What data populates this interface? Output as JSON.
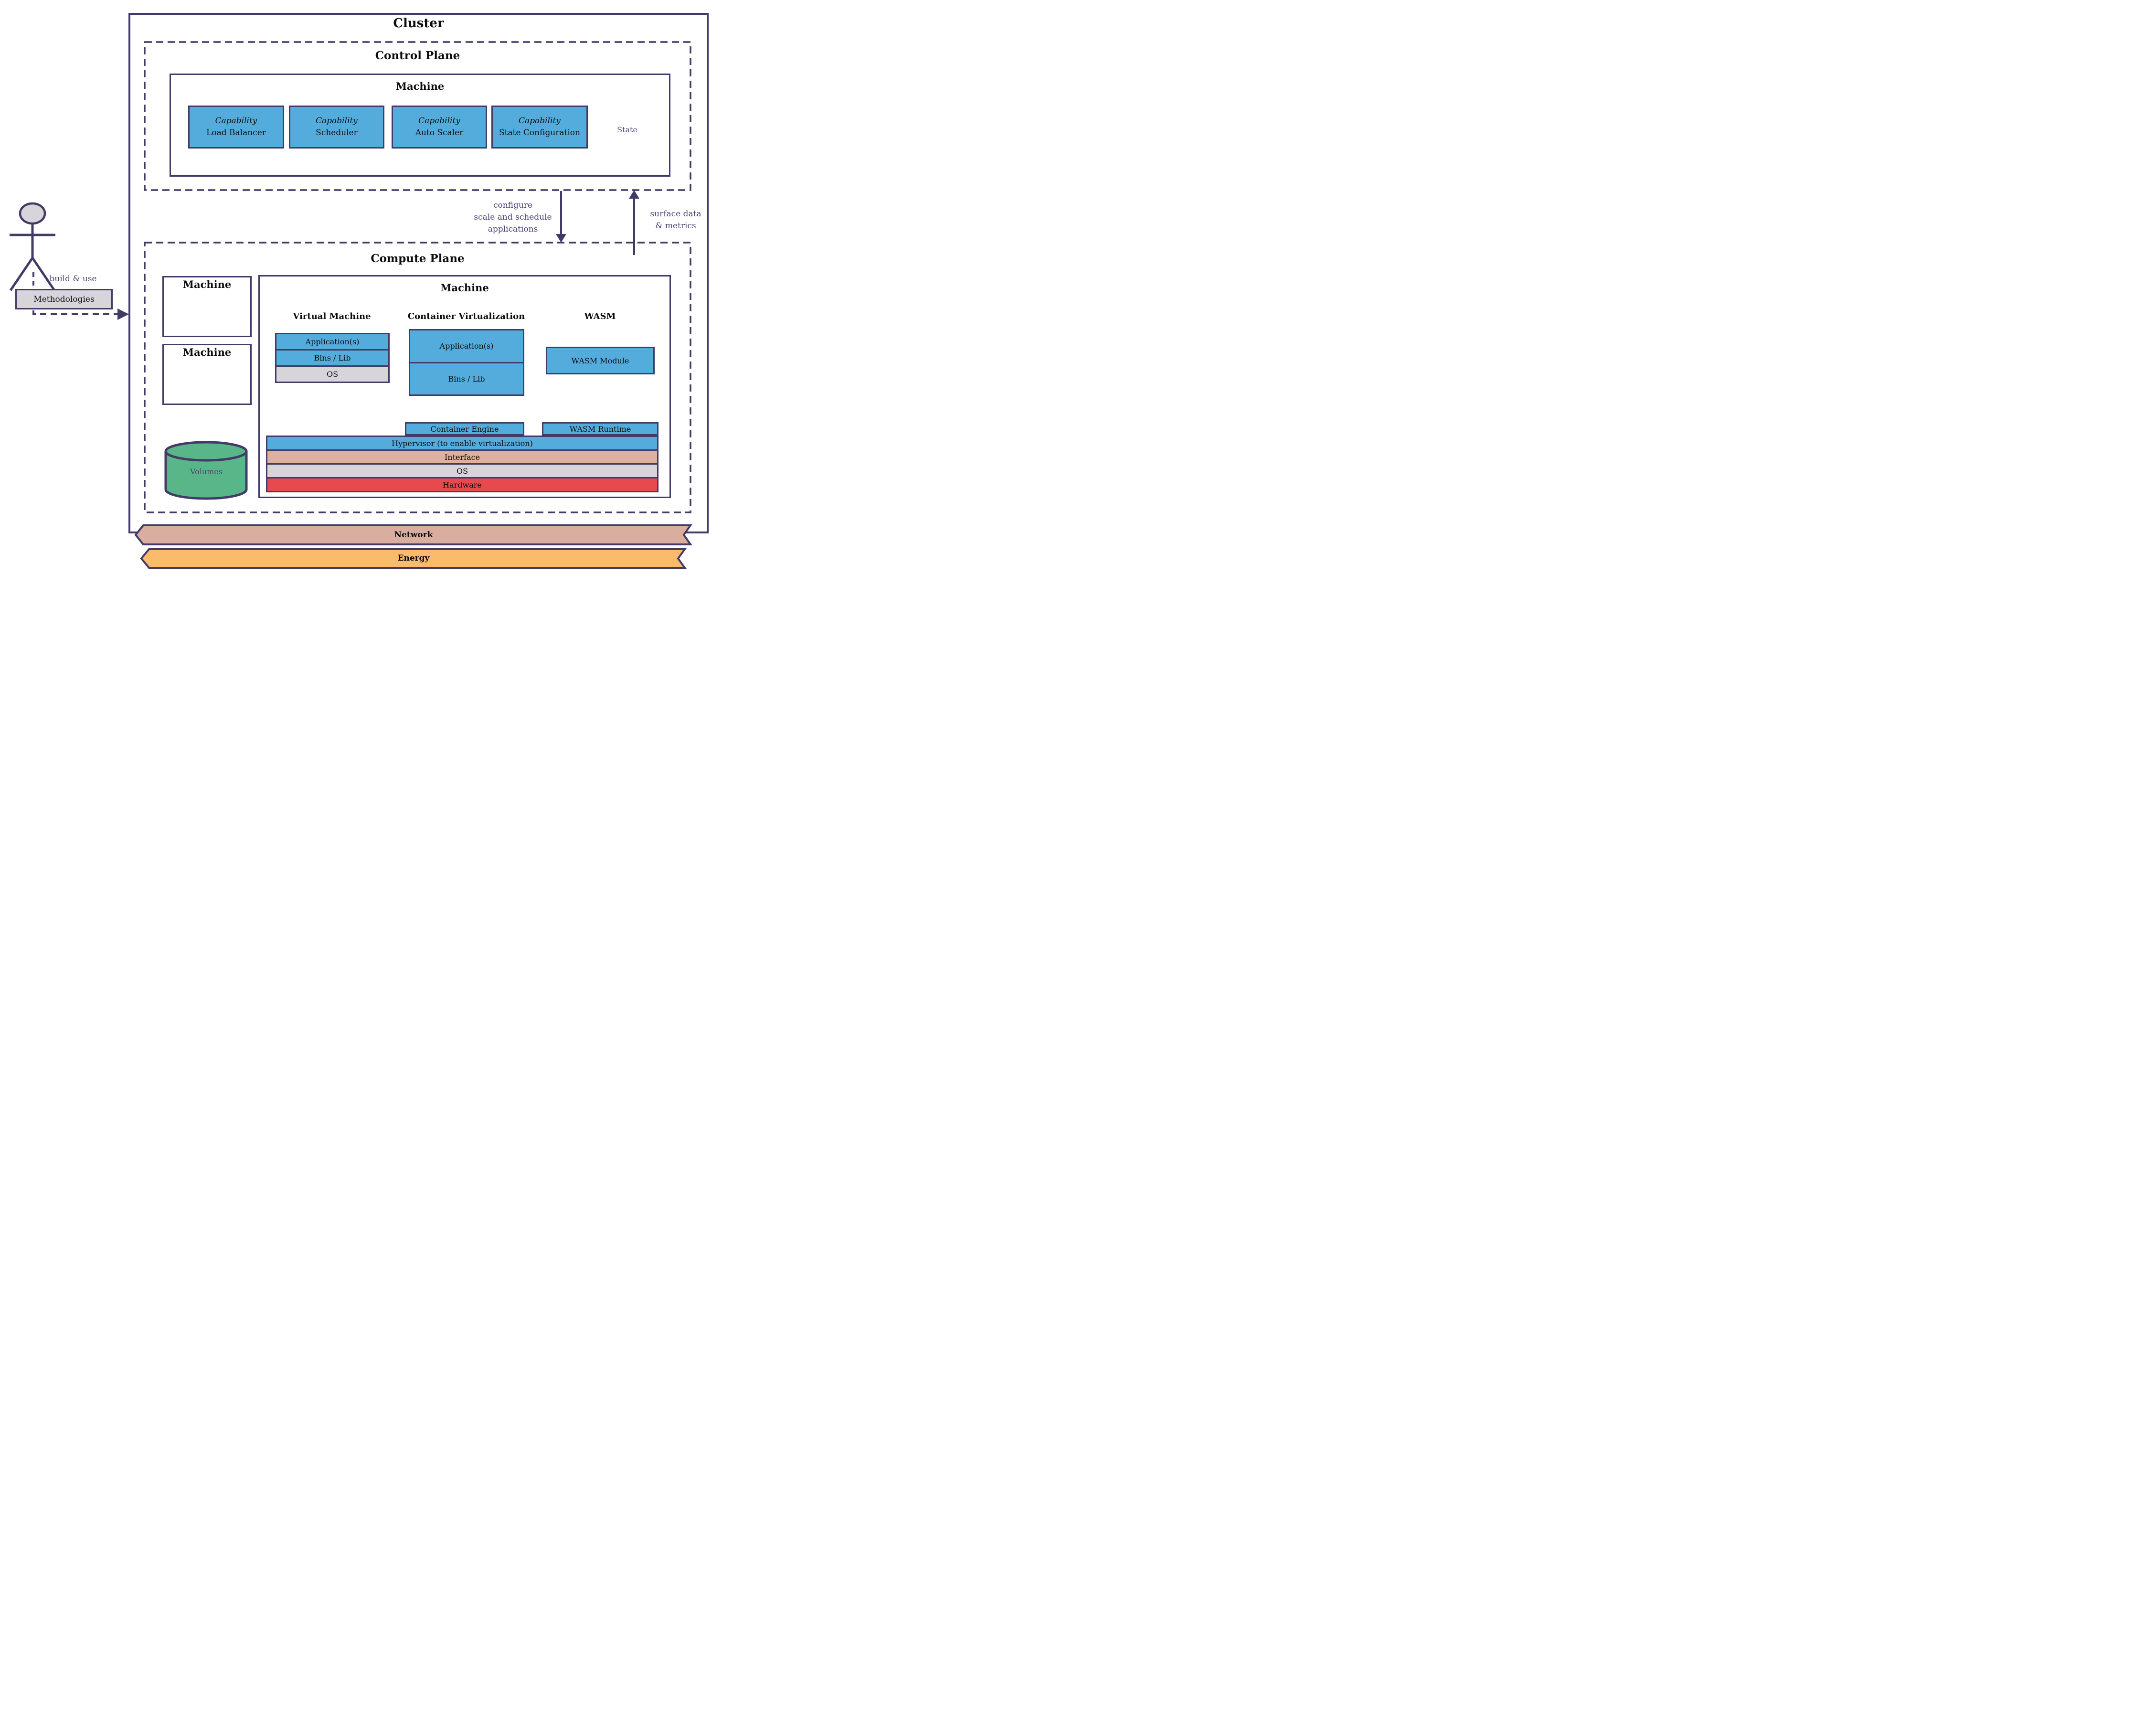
{
  "palette": {
    "line_purple": "#443A68",
    "annotation_purple": "#4E4377",
    "box_blue": "#54ACDC",
    "cylinder_green": "#58B689",
    "neutral_grey": "#D8D5DA",
    "interface_tan": "#DDB19E",
    "network_tan": "#D9AE9F",
    "hardware_red": "#E8494F",
    "energy_orange": "#FABC6C"
  },
  "cluster": {
    "title": "Cluster"
  },
  "control_plane": {
    "title": "Control Plane",
    "machine_title": "Machine",
    "capabilities": [
      {
        "kind": "Capability",
        "name": "Load Balancer"
      },
      {
        "kind": "Capability",
        "name": "Scheduler"
      },
      {
        "kind": "Capability",
        "name": "Auto Scaler"
      },
      {
        "kind": "Capability",
        "name": "State Configuration"
      }
    ],
    "state_store": "State"
  },
  "flows": {
    "configure_lines": [
      "configure",
      "scale and schedule",
      "applications"
    ],
    "surface_lines": [
      "surface data",
      "& metrics"
    ]
  },
  "actor": {
    "action": "build & use",
    "artifact": "Methodologies"
  },
  "compute_plane": {
    "title": "Compute Plane",
    "machines": [
      "Machine",
      "Machine"
    ],
    "volumes": "Volumes",
    "host_machine": {
      "title": "Machine",
      "vm": {
        "title": "Virtual Machine",
        "layers": [
          "Application(s)",
          "Bins / Lib",
          "OS"
        ]
      },
      "container": {
        "title": "Container Virtualization",
        "layers": [
          "Application(s)",
          "Bins / Lib"
        ]
      },
      "wasm": {
        "title": "WASM",
        "module": "WASM Module"
      },
      "runtimes": {
        "container_engine": "Container Engine",
        "wasm_runtime": "WASM Runtime"
      },
      "host_layers": [
        "Hypervisor (to enable virtualization)",
        "Interface",
        "OS",
        "Hardware"
      ]
    }
  },
  "infrastructure": {
    "network": "Network",
    "energy": "Energy"
  }
}
